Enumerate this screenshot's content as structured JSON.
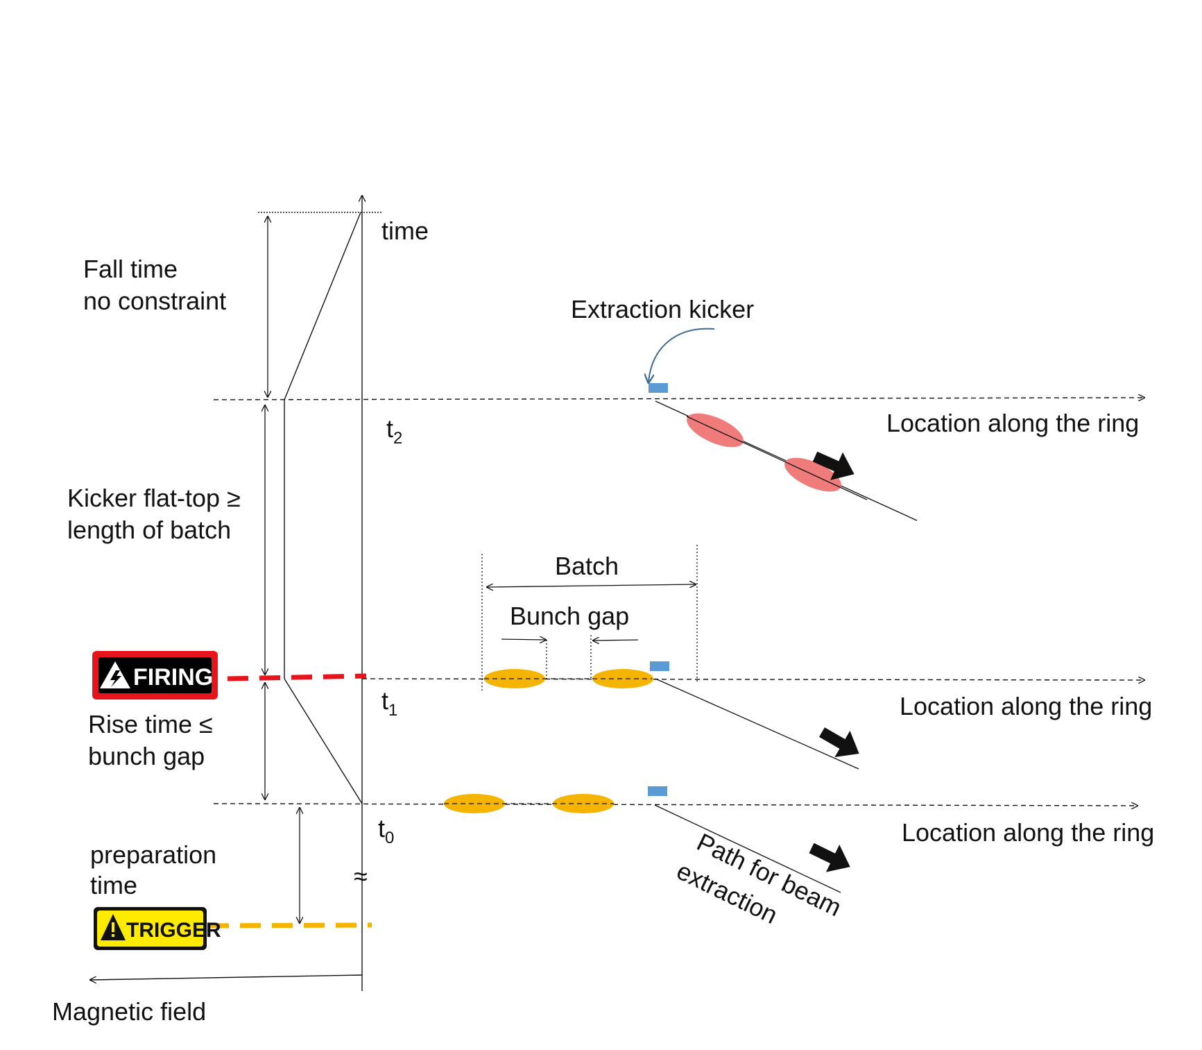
{
  "time_axis": {
    "label": "time",
    "t0": {
      "base": "t",
      "sub": "0"
    },
    "t1": {
      "base": "t",
      "sub": "1"
    },
    "t2": {
      "base": "t",
      "sub": "2"
    },
    "break_symbol": "≈"
  },
  "magnetic_axis": {
    "label": "Magnetic field"
  },
  "phases": {
    "fall_time": [
      "Fall time",
      "no constraint"
    ],
    "flat_top": [
      "Kicker flat-top ≥",
      "length of batch"
    ],
    "rise_time": [
      "Rise time ≤",
      "bunch gap"
    ],
    "preparation": [
      "preparation",
      "time"
    ]
  },
  "location_label": "Location along the ring",
  "kicker_label": "Extraction kicker",
  "batch_label": "Batch",
  "bunch_gap_label": "Bunch gap",
  "path_label": [
    "Path for beam",
    "extraction"
  ],
  "signs": {
    "firing": {
      "text": "FIRING",
      "icon": "warning-triangle-icon"
    },
    "trigger": {
      "text": "TRIGGER",
      "icon": "warning-triangle-icon"
    }
  },
  "colors": {
    "bunch_circulating": "#f5b400",
    "bunch_extracted": "#f07b7b",
    "kicker": "#5b9bd5",
    "firing_line": "#e8141c",
    "trigger_line": "#f5b400",
    "kicker_arrow": "#3b6a93"
  }
}
